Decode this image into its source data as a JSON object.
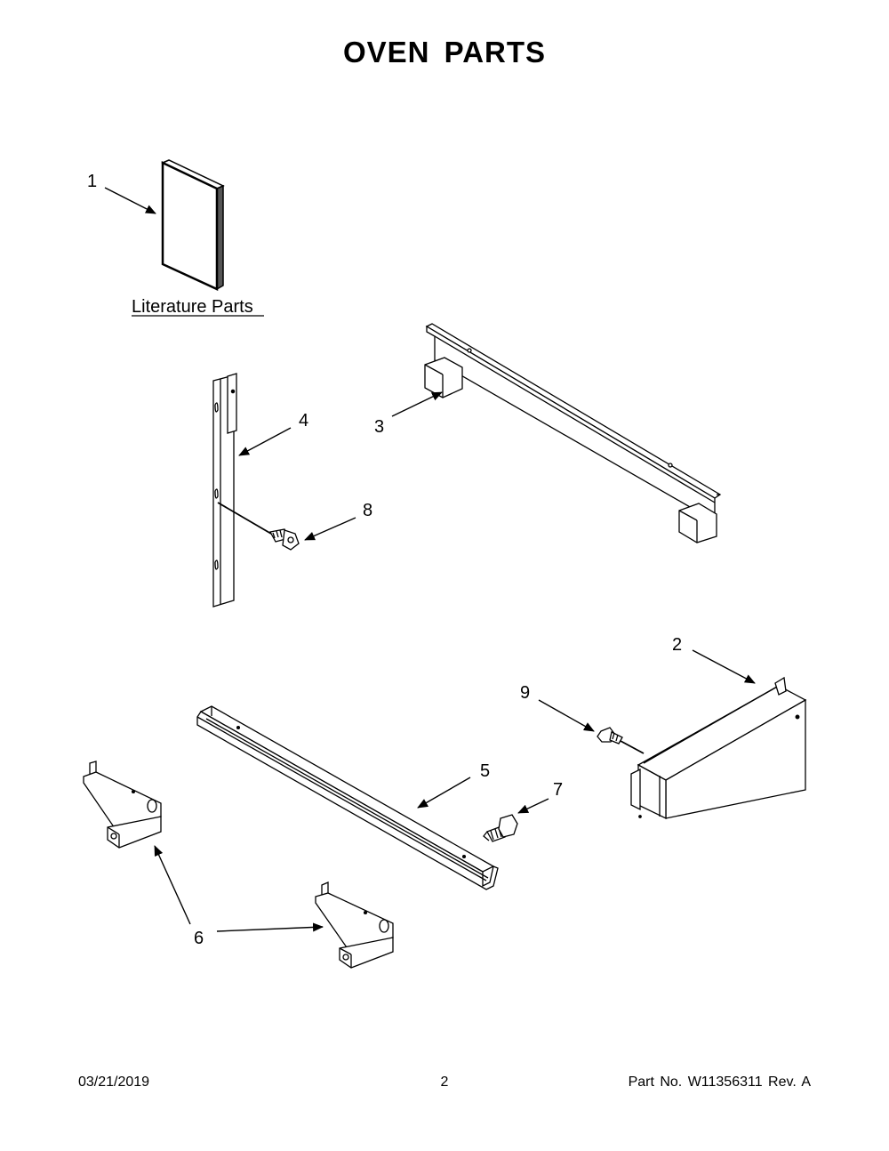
{
  "title": "OVEN PARTS",
  "literature_label": "Literature Parts",
  "callouts": {
    "c1": "1",
    "c2": "2",
    "c3": "3",
    "c4": "4",
    "c5": "5",
    "c6": "6",
    "c7": "7",
    "c8": "8",
    "c9": "9"
  },
  "footer": {
    "date": "03/21/2019",
    "page": "2",
    "part_no": "Part No.  W11356311  Rev.  A"
  }
}
